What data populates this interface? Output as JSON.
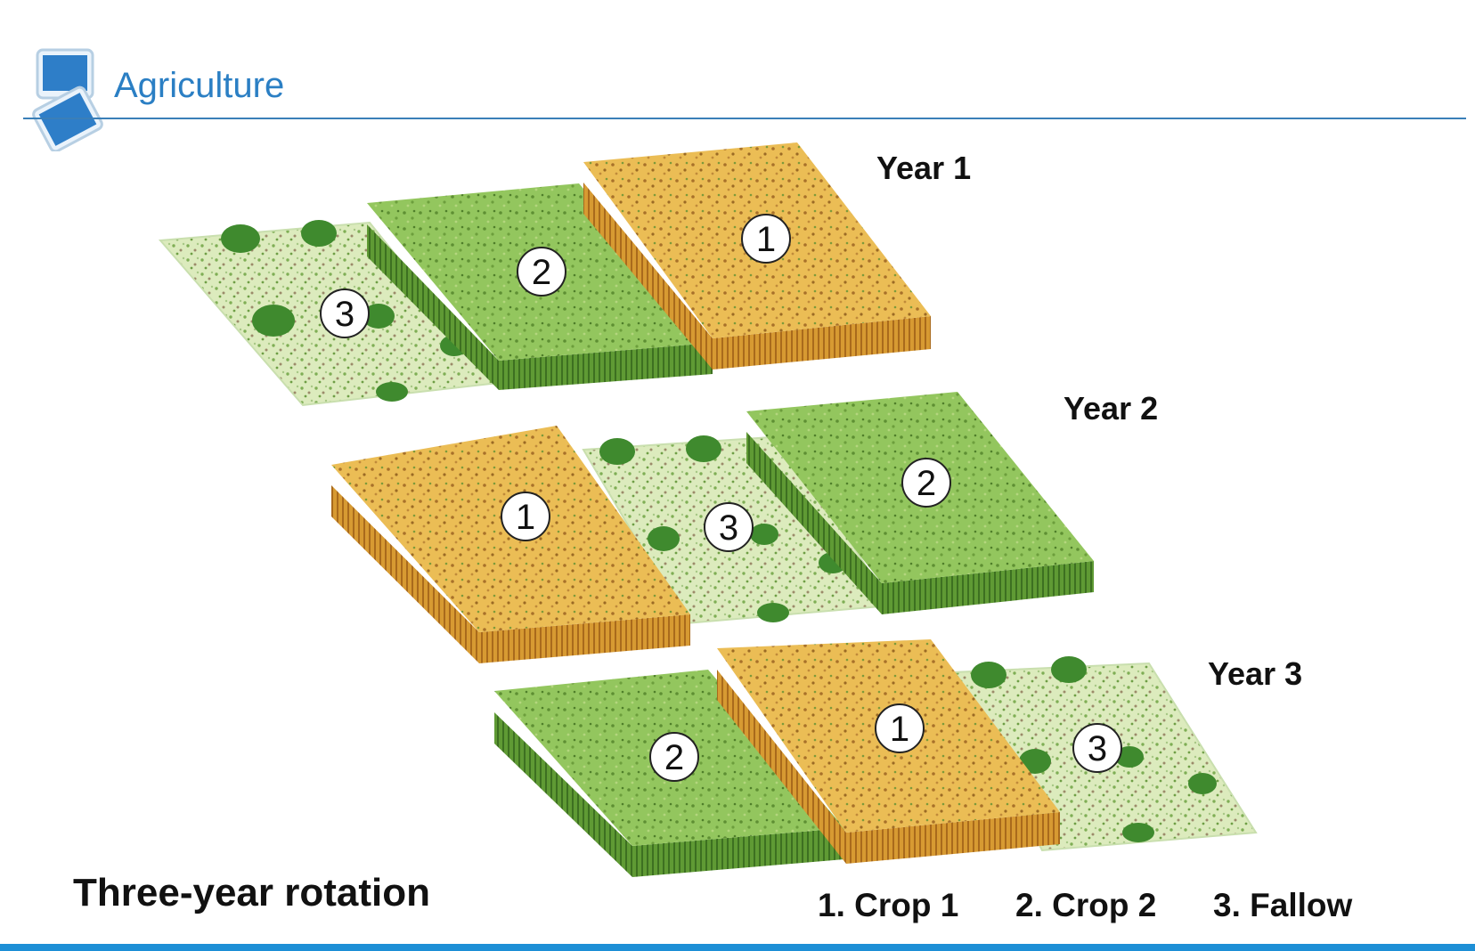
{
  "header": {
    "title": "Agriculture"
  },
  "diagram": {
    "rows": [
      {
        "year_label": "Year 1",
        "plots": [
          "3",
          "2",
          "1"
        ]
      },
      {
        "year_label": "Year 2",
        "plots": [
          "1",
          "3",
          "2"
        ]
      },
      {
        "year_label": "Year 3",
        "plots": [
          "2",
          "1",
          "3"
        ]
      }
    ]
  },
  "caption": "Three-year rotation",
  "legend": [
    "1. Crop 1",
    "2. Crop 2",
    "3. Fallow"
  ],
  "colors": {
    "title": "#2b7fc4",
    "rule": "#3a7fb8",
    "bottom_bar": "#1d8fd6",
    "crop1": "#e9b84a",
    "crop2": "#8fc45a",
    "fallow": "#d6e8b4",
    "bush": "#3f8a2e"
  }
}
